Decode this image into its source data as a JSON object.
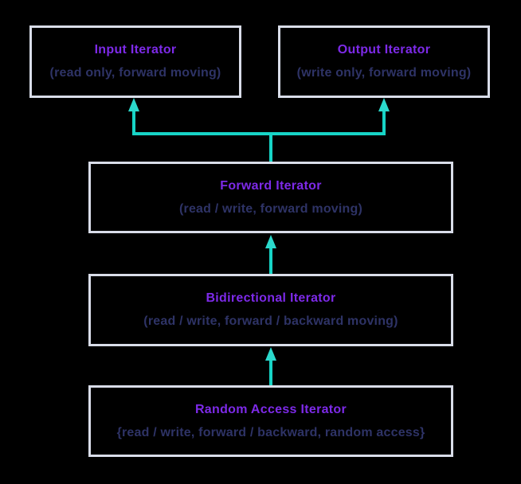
{
  "diagram": {
    "subject": "C++ iterator hierarchy"
  },
  "theme": {
    "background": "#000000",
    "box_border": "#d9dde9",
    "title_color": "#7d2ae8",
    "subtitle_color": "#2e3366",
    "arrow_color": "#17d4c6",
    "arrowhead_color": "#2bd9cc"
  },
  "nodes": [
    {
      "id": "input-iterator",
      "title": "Input Iterator",
      "subtitle": "(read only, forward moving)"
    },
    {
      "id": "output-iterator",
      "title": "Output Iterator",
      "subtitle": "(write only, forward moving)"
    },
    {
      "id": "forward-iterator",
      "title": "Forward Iterator",
      "subtitle": "(read / write, forward moving)"
    },
    {
      "id": "bidirectional-iterator",
      "title": "Bidirectional Iterator",
      "subtitle": "(read / write, forward / backward moving)"
    },
    {
      "id": "random-access-iterator",
      "title": "Random Access Iterator",
      "subtitle": "{read / write, forward / backward, random access}"
    }
  ],
  "edges": [
    {
      "from": "forward-iterator",
      "to": "input-iterator"
    },
    {
      "from": "forward-iterator",
      "to": "output-iterator"
    },
    {
      "from": "bidirectional-iterator",
      "to": "forward-iterator"
    },
    {
      "from": "random-access-iterator",
      "to": "bidirectional-iterator"
    }
  ]
}
